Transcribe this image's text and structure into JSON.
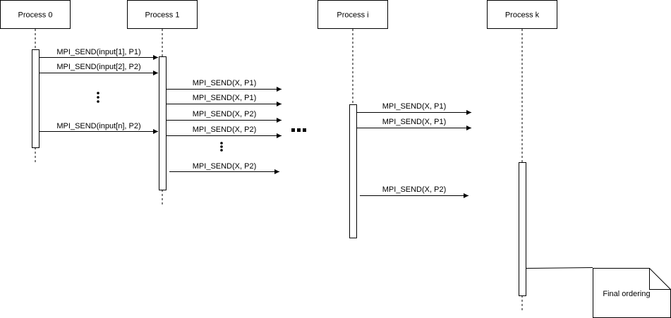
{
  "participants": [
    {
      "name": "Process 0"
    },
    {
      "name": "Process 1"
    },
    {
      "name": "Process i"
    },
    {
      "name": "Process k"
    }
  ],
  "messages": {
    "p0_input1": "MPI_SEND(input[1], P1)",
    "p0_input2": "MPI_SEND(input[2], P2)",
    "p0_inputn": "MPI_SEND(input[n], P2)",
    "p1_x_p1_a": "MPI_SEND(X, P1)",
    "p1_x_p1_b": "MPI_SEND(X, P1)",
    "p1_x_p2_a": "MPI_SEND(X, P2)",
    "p1_x_p2_b": "MPI_SEND(X, P2)",
    "p1_x_p2_c": "MPI_SEND(X, P2)",
    "pi_x_p1_a": "MPI_SEND(X, P1)",
    "pi_x_p1_b": "MPI_SEND(X, P1)",
    "pi_x_p2": "MPI_SEND(X, P2)"
  },
  "note": {
    "text": "Final ordering"
  },
  "colors": {
    "stroke": "#000000",
    "fill": "#ffffff"
  }
}
